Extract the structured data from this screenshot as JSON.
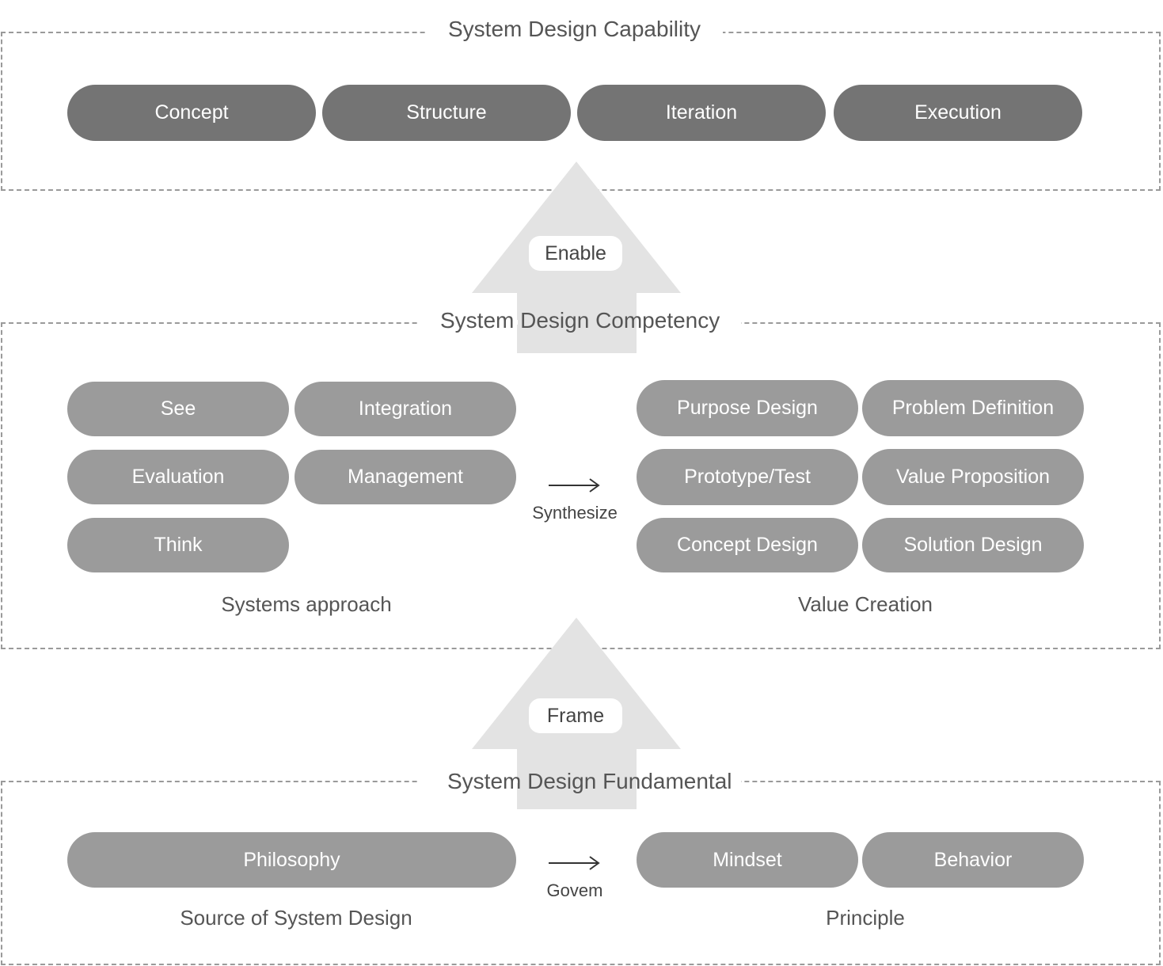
{
  "capability": {
    "title": "System Design Capability",
    "items": [
      "Concept",
      "Structure",
      "Iteration",
      "Execution"
    ]
  },
  "enable_arrow": {
    "label": "Enable"
  },
  "competency": {
    "title": "System Design Competency",
    "systems_approach": {
      "label": "Systems approach",
      "items": [
        "See",
        "Integration",
        "Evaluation",
        "Management",
        "Think"
      ]
    },
    "connector": {
      "label": "Synthesize"
    },
    "value_creation": {
      "label": "Value Creation",
      "items": [
        "Purpose Design",
        "Problem Definition",
        "Prototype/Test",
        "Value Proposition",
        "Concept Design",
        "Solution Design"
      ]
    }
  },
  "frame_arrow": {
    "label": "Frame"
  },
  "fundamental": {
    "title": "System Design Fundamental",
    "source": {
      "label": "Source of System Design",
      "items": [
        "Philosophy"
      ]
    },
    "connector": {
      "label": "Govem"
    },
    "principle": {
      "label": "Principle",
      "items": [
        "Mindset",
        "Behavior"
      ]
    }
  }
}
